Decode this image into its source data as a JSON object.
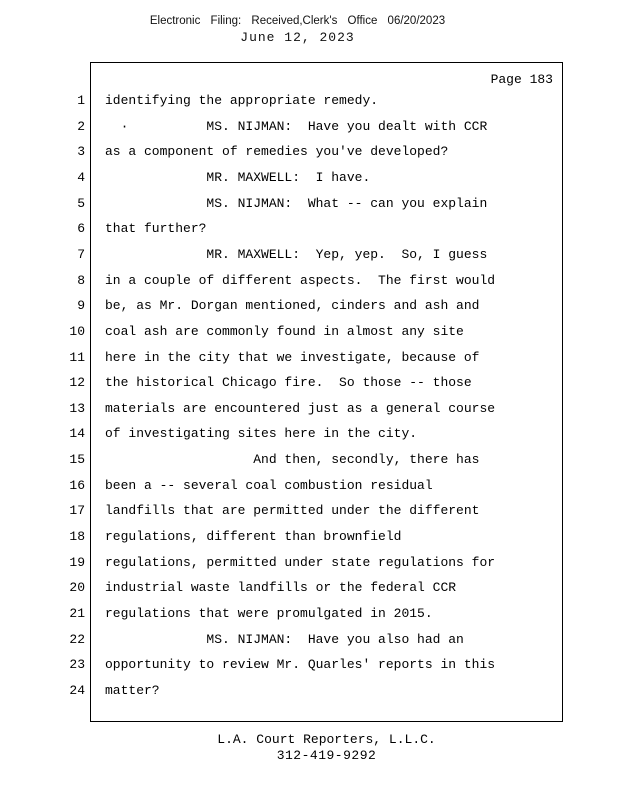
{
  "header": {
    "efiling_line": "Electronic Filing: Received,Clerk's Office 06/20/2023",
    "date_line": "June 12, 2023"
  },
  "page": {
    "page_label": "Page 183",
    "lines": [
      {
        "n": 1,
        "text": "identifying the appropriate remedy."
      },
      {
        "n": 2,
        "text": "  ·          MS. NIJMAN:  Have you dealt with CCR"
      },
      {
        "n": 3,
        "text": "as a component of remedies you've developed?"
      },
      {
        "n": 4,
        "text": "             MR. MAXWELL:  I have."
      },
      {
        "n": 5,
        "text": "             MS. NIJMAN:  What -- can you explain"
      },
      {
        "n": 6,
        "text": "that further?"
      },
      {
        "n": 7,
        "text": "             MR. MAXWELL:  Yep, yep.  So, I guess"
      },
      {
        "n": 8,
        "text": "in a couple of different aspects.  The first would"
      },
      {
        "n": 9,
        "text": "be, as Mr. Dorgan mentioned, cinders and ash and"
      },
      {
        "n": 10,
        "text": "coal ash are commonly found in almost any site"
      },
      {
        "n": 11,
        "text": "here in the city that we investigate, because of"
      },
      {
        "n": 12,
        "text": "the historical Chicago fire.  So those -- those"
      },
      {
        "n": 13,
        "text": "materials are encountered just as a general course"
      },
      {
        "n": 14,
        "text": "of investigating sites here in the city."
      },
      {
        "n": 15,
        "text": "                   And then, secondly, there has"
      },
      {
        "n": 16,
        "text": "been a -- several coal combustion residual"
      },
      {
        "n": 17,
        "text": "landfills that are permitted under the different"
      },
      {
        "n": 18,
        "text": "regulations, different than brownfield"
      },
      {
        "n": 19,
        "text": "regulations, permitted under state regulations for"
      },
      {
        "n": 20,
        "text": "industrial waste landfills or the federal CCR"
      },
      {
        "n": 21,
        "text": "regulations that were promulgated in 2015."
      },
      {
        "n": 22,
        "text": "             MS. NIJMAN:  Have you also had an"
      },
      {
        "n": 23,
        "text": "opportunity to review Mr. Quarles' reports in this"
      },
      {
        "n": 24,
        "text": "matter?"
      }
    ]
  },
  "footer": {
    "company": "L.A. Court Reporters, L.L.C.",
    "phone": "312-419-9292"
  }
}
